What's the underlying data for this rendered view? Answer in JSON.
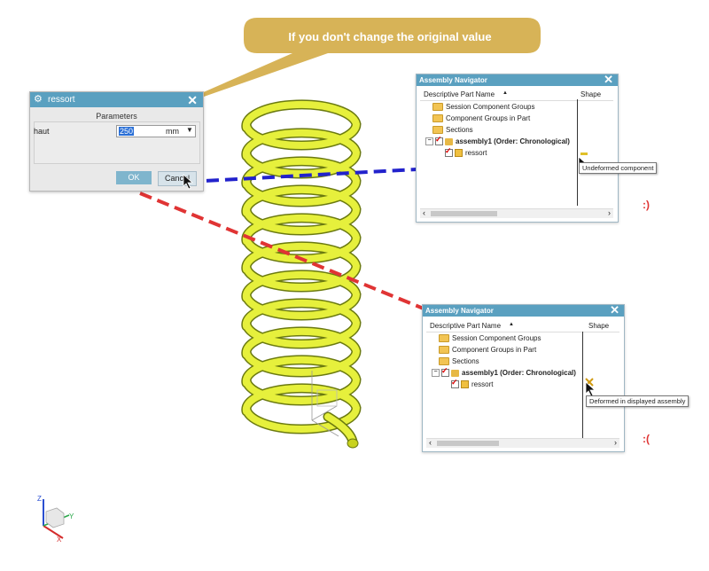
{
  "callout": {
    "text": "If you don't change the original value",
    "color": "#d7b357"
  },
  "dialog": {
    "title": "ressort",
    "section": "Parameters",
    "param_label": "haut",
    "param_value": "250",
    "param_unit": "mm",
    "ok_label": "OK",
    "cancel_label": "Cancel"
  },
  "nav_top": {
    "title": "Assembly Navigator",
    "col_name": "Descriptive Part Name",
    "col_shape": "Shape",
    "items": [
      "Session Component Groups",
      "Component Groups in Part",
      "Sections"
    ],
    "assembly": "assembly1 (Order: Chronological)",
    "part": "ressort",
    "tooltip": "Undeformed component",
    "emote": ":)"
  },
  "nav_bottom": {
    "title": "Assembly Navigator",
    "col_name": "Descriptive Part Name",
    "col_shape": "Shape",
    "items": [
      "Session Component Groups",
      "Component Groups in Part",
      "Sections"
    ],
    "assembly": "assembly1 (Order: Chronological)",
    "part": "ressort",
    "tooltip": "Deformed in displayed assembly",
    "emote": ":("
  },
  "colors": {
    "titlebar": "#5aa0c0",
    "spring": "#e6f03c",
    "blue_arrow": "#2222cc",
    "red_arrow": "#e03434"
  },
  "icons": [
    "gear-icon",
    "close-icon",
    "folder-icon",
    "checkbox-icon",
    "assembly-icon",
    "part-icon",
    "cursor-icon",
    "triad-icon"
  ]
}
